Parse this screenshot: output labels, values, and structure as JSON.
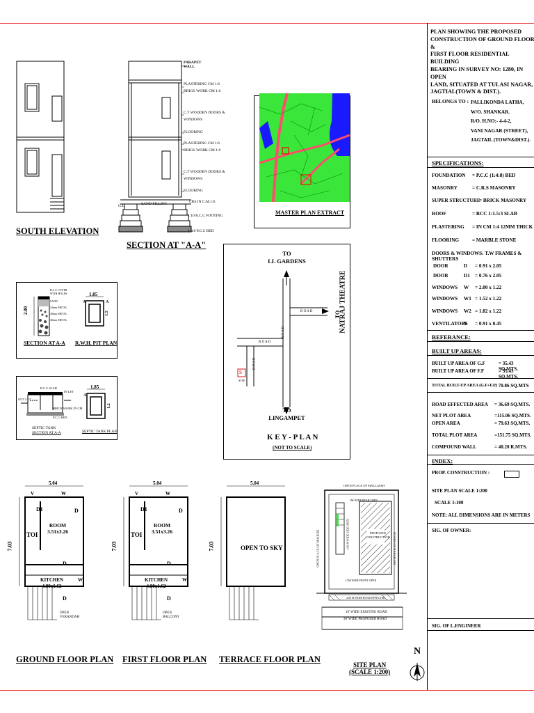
{
  "title_block": {
    "title": "PLAN SHOWING THE PROPOSED CONSTRUCTION OF GROUND FLOOR & FIRST FLOOR RESIDENTIAL BUILDING BEARING IN SURVEY NO: 1280, IN OPEN LAND, SITUATED AT TULASI NAGAR, JAGTIAL(TOWN & DIST.).",
    "title_lines": [
      "PLAN SHOWING THE PROPOSED",
      "CONSTRUCTION OF GROUND FLOOR &",
      "FIRST FLOOR RESIDENTIAL BUILDING",
      "BEARING IN SURVEY NO: 1280, IN OPEN",
      "LAND, SITUATED AT TULASI NAGAR,",
      "JAGTIAL(TOWN & DIST.)."
    ],
    "belongs_label": "BELONGS TO :",
    "owner_lines": [
      "PALLIKONDA LATHA,",
      "W/O. SHANKAR.",
      "R/O. H.NO:- 4-4-2,",
      "VANI NAGAR (STREET),",
      "JAGTAIL (TOWN&DIST.)."
    ]
  },
  "specifications": {
    "heading": "SPECIFICATIONS:",
    "items": [
      {
        "label": "FOUNDATION",
        "value": "= P.C.C (1:4:8) BED"
      },
      {
        "label": "MASONRY",
        "value": "= C.R.S MASONRY"
      },
      {
        "label": "SUPER STRUCTURE",
        "value": "= BRICK MASONRY"
      },
      {
        "label": "ROOF",
        "value": "= RCC 1:1.5:3 SLAB"
      },
      {
        "label": "PLASTERING",
        "value": "= IN CM 1:4 12MM THICK"
      },
      {
        "label": "FLOORING",
        "value": "= MARBLE STONE"
      }
    ],
    "doors_heading": "DOORS & WINDOWS: T.W FRAMES & SHUTTERS",
    "doors": [
      {
        "label": "DOOR",
        "code": "D",
        "value": "= 0.91 x 2.05"
      },
      {
        "label": "DOOR",
        "code": "D1",
        "value": "= 0.76 x 2.05"
      },
      {
        "label": "WINDOWS",
        "code": "W",
        "value": "= 2.00 x 1.22"
      },
      {
        "label": "WINDOWS",
        "code": "W1",
        "value": "= 1.52 x 1.22"
      },
      {
        "label": "WINDOWS",
        "code": "W2",
        "value": "= 1.82 x 1.22"
      },
      {
        "label": "VENTILATORS",
        "code": "V",
        "value": "= 0.91 x 0.45"
      }
    ]
  },
  "reference": {
    "heading": "REFERANCE:",
    "built_up_heading": "BUILT UP AREAS:",
    "areas": [
      {
        "label": "BUILT UP AREA OF G.F",
        "value": "= 35.43 SQ.MTS."
      },
      {
        "label": "BUILT UP AREA OF F.F",
        "value": "= 35.43 SQ.MTS."
      }
    ],
    "total_label": "TOTAL BUILT-UP AREA (G.F+F.F)",
    "total_value": "= 70.86 SQ.MTS",
    "plot": [
      {
        "label": "ROAD EFFECTED AREA",
        "value": "= 36.69 SQ.MTS."
      },
      {
        "label": "NET PLOT AREA",
        "value": "=115.06 SQ.MTS."
      },
      {
        "label": "OPEN AREA",
        "value": "= 79.63 SQ.MTS."
      },
      {
        "label": "TOTAL PLOT AREA",
        "value": "=151.75 SQ.MTS."
      },
      {
        "label": "COMPOUND WALL",
        "value": "= 40.20 R.MTS."
      }
    ]
  },
  "index": {
    "heading": "INDEX:",
    "prop_label": "PROP. CONSTRUCTION :",
    "site_scale": "SITE PLAN SCALE 1:200",
    "scale": "SCALE 1:100",
    "note": "NOTE: ALL DIMENSIONS ARE IN METERS"
  },
  "signatures": {
    "owner": "SIG. OF OWNER:",
    "engineer": "SIG. OF L.ENGINEER"
  },
  "drawings": {
    "south_elevation": "SOUTH ELEVATION",
    "section_aa": "SECTION AT \"A-A\"",
    "master_plan": "MASTER PLAN EXTRACT",
    "key_plan": "K E Y - P L A N",
    "key_plan_note": "(NOT TO SCALE)",
    "rwh_section": "SECTION AT A-A",
    "rwh_plan": "R.W.H. PIT PLAN",
    "septic_section_1": "SEPTIC TANK",
    "septic_section_2": "SECTION AT A-A",
    "septic_plan": "SEPTIC TANK PLAN",
    "ground_floor": "GROUND FLOOR PLAN",
    "first_floor": "FIRST FLOOR PLAN",
    "terrace_floor": "TERRACE FLOOR PLAN",
    "site_plan": "SITE PLAN",
    "site_plan_scale": "(SCALE 1:200)",
    "north": "N"
  },
  "section_labels": {
    "parapet": "PARAPET WALL",
    "plaster1": "PLASTERING CM 1:6",
    "brick1": "BRICK WORK CM 1:6",
    "doors1a": "C.T WOODEN DOORS &",
    "doors1b": "WINDOWS",
    "flooring1": "FLOORING",
    "plaster2": "PLASTERING CM 1:6",
    "brick2": "BRICK WORK CM 1:6",
    "doors2a": "C.T WOODEN DOORS &",
    "doors2b": "WINDOWS",
    "flooring2": "FLOORING",
    "sand": "SAND FILLING",
    "crs": "CRS IN C.M.1:6",
    "rcc_footing": "1:10 R.C.C FOOTING",
    "pcc": "1:4:8 P.C.C BED",
    "gl": "G.L"
  },
  "key_plan_labels": {
    "top": "TO",
    "top2": "LL GARDENS",
    "right": "TO",
    "right2": "NATRAJ THEATRE",
    "bottom": "TO",
    "bottom2": "LINGAMPET",
    "road": "R O A D",
    "s": "S",
    "site": "SITE"
  },
  "pit_labels": {
    "rcc_cover": "R.C.C COVER",
    "with_holes": "WITH HOLES",
    "sand": "SAND",
    "m1": "12mm METAL",
    "m2": "20mm METAL",
    "m3": "40mm METAL",
    "depth": "2.00",
    "width": "1.85",
    "plan_h": "1.5",
    "a": "A"
  },
  "septic_labels": {
    "rcc_slab": "R.C.C SLAB",
    "inlet": "IN LET",
    "outlet": "OUT LET",
    "brick": "BRICK WORK IN CM",
    "pcc": "P.C.C BED",
    "width": "1.85",
    "plan_h": "1.2",
    "a": "A"
  },
  "floor_plan_labels": {
    "width": "5.04",
    "height": "7.03",
    "v": "V",
    "w": "W",
    "d1": "D1",
    "d": "D",
    "toi": "TOI",
    "room": "ROOM",
    "room_size": "3.51x3.26",
    "kitchen": "KITCHEN",
    "kitchen_size": "4.80x1.62",
    "open_verandah": "OPEN VERANDAH",
    "open_balcony": "OPEN BALCONY",
    "open_to_sky": "OPEN TO SKY"
  },
  "site_plan_labels": {
    "top": "OPEN PLACE OF MALLAIAH",
    "rear_open": "1M WIDE REAR OPEN",
    "front_open": "1.5M WIDE FRONT OPEN",
    "left_side": "OPEN PLACE OF MAHESH",
    "right_side": "HOUSE OF NARAHARI",
    "side_open": "1.00 M WIDE SIDE OPEN",
    "proposed": "PROPOSED",
    "construction": "CONSTRUCTION",
    "road_effect": "4.00 M WIDE ROAD EFFECTED",
    "existing": "10' WIDE EXISTING ROAD",
    "proposed_road": "30' WIDE PROPOSED ROAD"
  },
  "colors": {
    "border": "#e53935",
    "master_green": "#39e639",
    "master_blue": "#1a1aff",
    "road_pink": "#ff4d6d",
    "site_red": "#e53935"
  }
}
